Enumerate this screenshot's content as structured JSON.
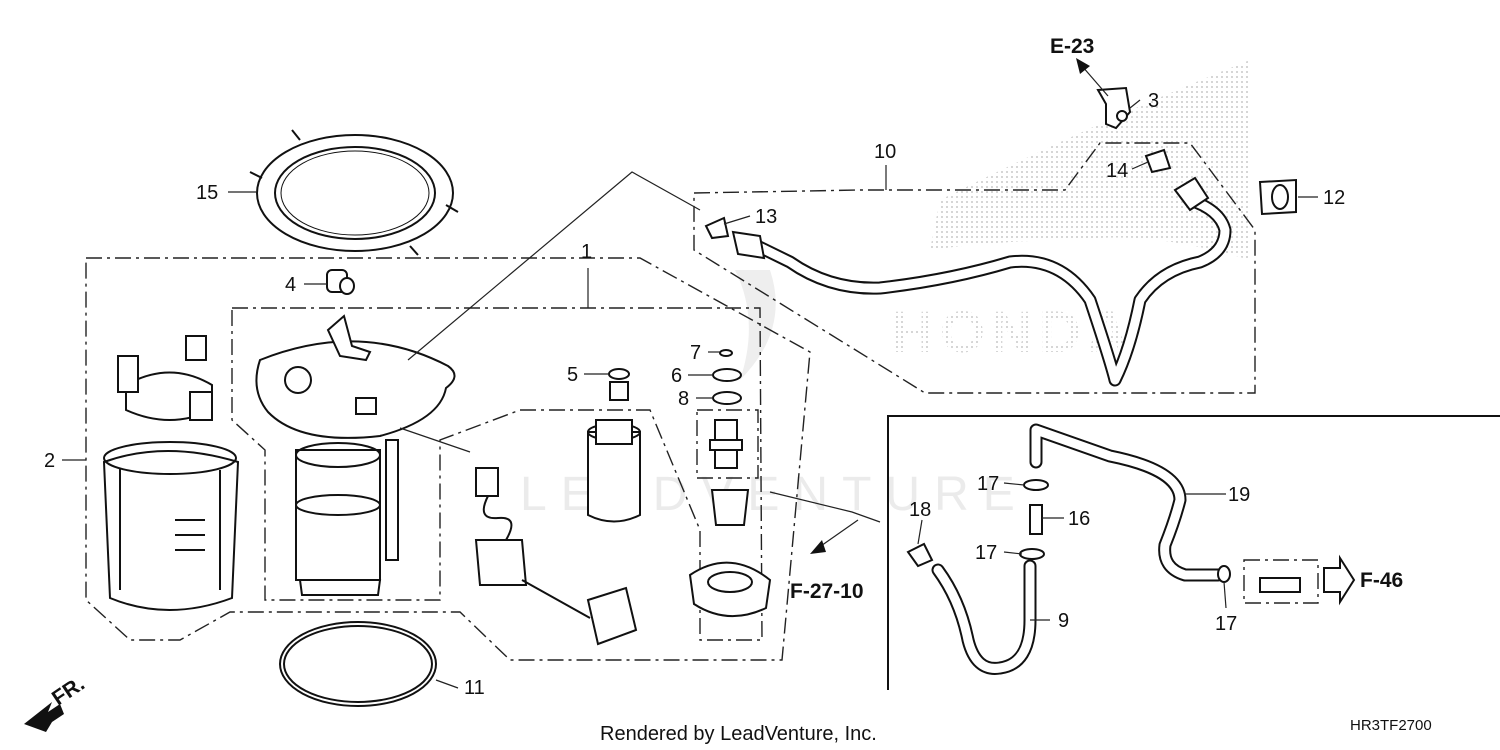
{
  "diagram": {
    "callouts": [
      {
        "id": "c1",
        "text": "1"
      },
      {
        "id": "c2",
        "text": "2"
      },
      {
        "id": "c3",
        "text": "3"
      },
      {
        "id": "c4",
        "text": "4"
      },
      {
        "id": "c5",
        "text": "5"
      },
      {
        "id": "c6",
        "text": "6"
      },
      {
        "id": "c7",
        "text": "7"
      },
      {
        "id": "c8",
        "text": "8"
      },
      {
        "id": "c9",
        "text": "9"
      },
      {
        "id": "c10",
        "text": "10"
      },
      {
        "id": "c11",
        "text": "11"
      },
      {
        "id": "c12",
        "text": "12"
      },
      {
        "id": "c13",
        "text": "13"
      },
      {
        "id": "c14",
        "text": "14"
      },
      {
        "id": "c15",
        "text": "15"
      },
      {
        "id": "c16",
        "text": "16"
      },
      {
        "id": "c17a",
        "text": "17"
      },
      {
        "id": "c17b",
        "text": "17"
      },
      {
        "id": "c17c",
        "text": "17"
      },
      {
        "id": "c18",
        "text": "18"
      },
      {
        "id": "c19",
        "text": "19"
      }
    ],
    "references": {
      "e23": "E-23",
      "f2710": "F-27-10",
      "f46": "F-46"
    },
    "front_marker": "FR.",
    "watermark_text": "LEADVENTURE",
    "logo_text": "HONDA"
  },
  "footer": {
    "rendered_by": "Rendered by LeadVenture, Inc.",
    "diagram_code": "HR3TF2700"
  }
}
